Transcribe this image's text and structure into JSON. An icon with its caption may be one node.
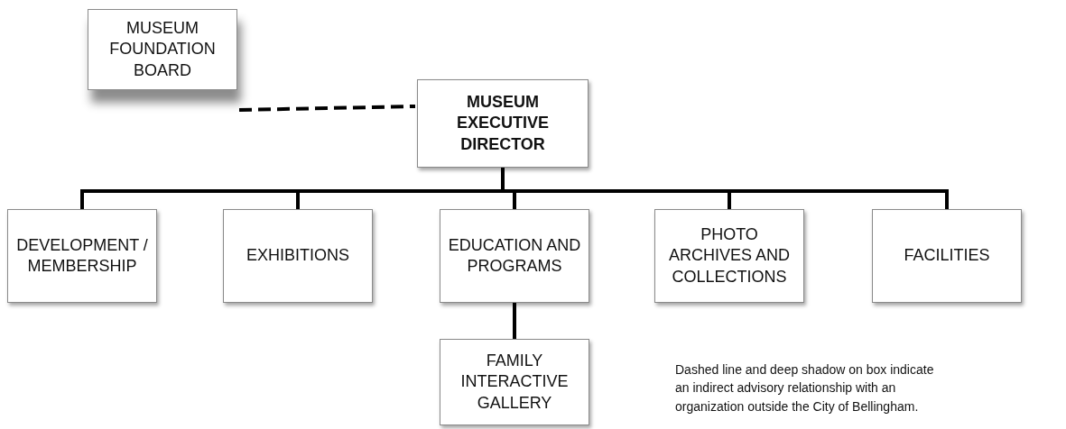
{
  "diagram": {
    "nodes": [
      {
        "text": [
          "MUSEUM FOUNDATION BOARD"
        ]
      },
      {
        "text": [
          "MUSEUM EXECUTIVE DIRECTOR"
        ]
      },
      {
        "text": [
          "DEVELOPMENT / MEMBERSHIP"
        ]
      },
      {
        "text": [
          "EXHIBITIONS"
        ]
      },
      {
        "text": [
          "EDUCATION AND PROGRAMS"
        ]
      },
      {
        "text": [
          "PHOTO ARCHIVES AND COLLECTIONS"
        ]
      },
      {
        "text": [
          "FACILITIES"
        ]
      },
      {
        "text": [
          "FAMILY INTERACTIVE GALLERY"
        ]
      }
    ],
    "edges": [
      {
        "from": 0,
        "to": 1,
        "arrow": "none",
        "style": "dashed"
      },
      {
        "from": 1,
        "to": 2,
        "arrow": "none"
      },
      {
        "from": 1,
        "to": 3,
        "arrow": "none"
      },
      {
        "from": 1,
        "to": 4,
        "arrow": "none"
      },
      {
        "from": 1,
        "to": 5,
        "arrow": "none"
      },
      {
        "from": 1,
        "to": 6,
        "arrow": "none"
      },
      {
        "from": 4,
        "to": 7,
        "arrow": "none"
      }
    ],
    "labels": [
      "Dashed line and deep shadow on box indicate an indirect advisory relationship with an organization outside the City of Bellingham."
    ]
  }
}
